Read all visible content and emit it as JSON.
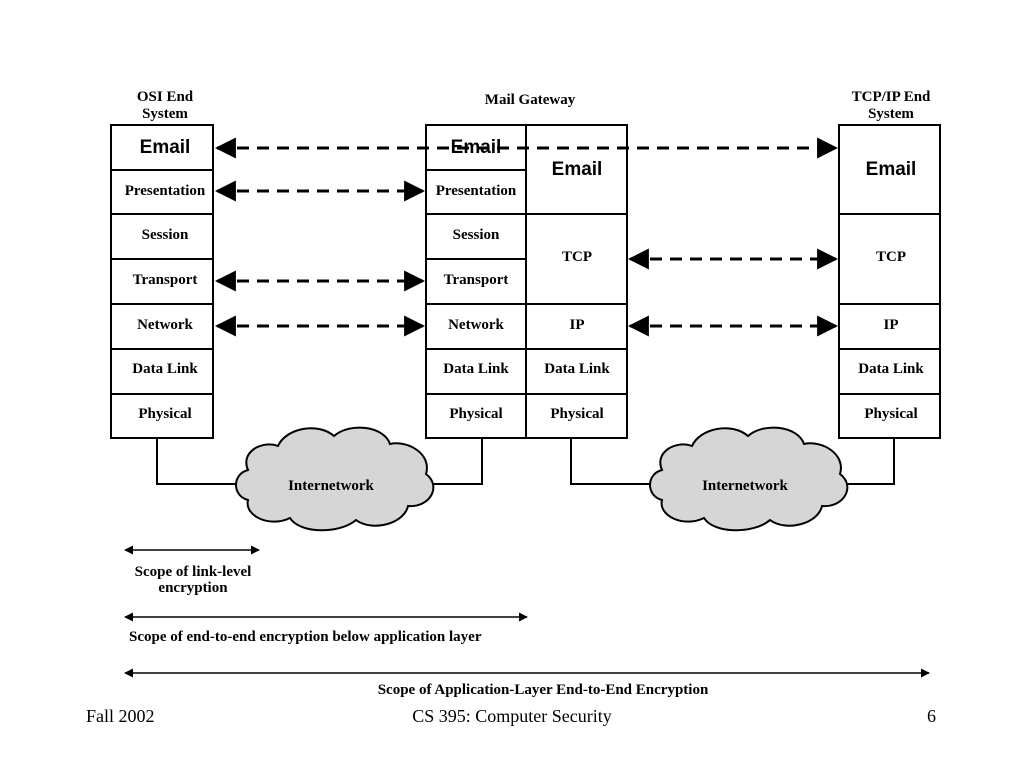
{
  "headers": {
    "osi_line1": "OSI End",
    "osi_line2": "System",
    "gateway": "Mail Gateway",
    "tcpip_line1": "TCP/IP End",
    "tcpip_line2": "System"
  },
  "osi_layers": [
    "Email",
    "Presentation",
    "Session",
    "Transport",
    "Network",
    "Data Link",
    "Physical"
  ],
  "gateway_osi_layers": [
    "Email",
    "Presentation",
    "Session",
    "Transport",
    "Network",
    "Data Link",
    "Physical"
  ],
  "gateway_tcpip_layers": [
    "Email",
    "TCP",
    "IP",
    "Data Link",
    "Physical"
  ],
  "tcpip_layers": [
    "Email",
    "TCP",
    "IP",
    "Data Link",
    "Physical"
  ],
  "clouds": [
    "Internetwork",
    "Internetwork"
  ],
  "scopes": {
    "link_line1": "Scope of link-level",
    "link_line2": "encryption",
    "end_to_end_below_app": "Scope of end-to-end encryption below application layer",
    "app_layer": "Scope of Application-Layer End-to-End Encryption"
  },
  "footer": {
    "left": "Fall 2002",
    "center": "CS 395: Computer Security",
    "right": "6"
  }
}
